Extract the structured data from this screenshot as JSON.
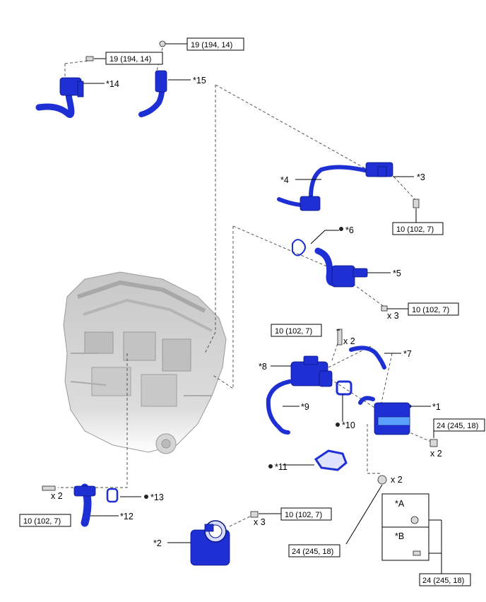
{
  "callouts": {
    "c1": "*1",
    "c2": "*2",
    "c3": "*3",
    "c4": "*4",
    "c5": "*5",
    "c6": "*6",
    "c7": "*7",
    "c8": "*8",
    "c9": "*9",
    "c10": "*10",
    "c11": "*11",
    "c12": "*12",
    "c13": "*13",
    "c14": "*14",
    "c15": "*15",
    "cA": "*A",
    "cB": "*B"
  },
  "torques": {
    "t_19_a": "19 (194, 14)",
    "t_19_b": "19 (194, 14)",
    "t_10_3": "10 (102, 7)",
    "t_10_5": "10 (102, 7)",
    "t_10_8": "10 (102, 7)",
    "t_24_1": "24 (245, 18)",
    "t_10_12": "10 (102, 7)",
    "t_10_2": "10 (102, 7)",
    "t_24_nut": "24 (245, 18)",
    "t_24_inset": "24 (245, 18)"
  },
  "quantities": {
    "q_x3_5": "x 3",
    "q_x2_8": "x 2",
    "q_x2_1": "x 2",
    "q_x2_12": "x 2",
    "q_x3_2": "x 3",
    "q_x2_nut": "x 2"
  },
  "colors": {
    "part_blue": "#1e2fd4",
    "engine_gray": "#cfcfcf"
  }
}
